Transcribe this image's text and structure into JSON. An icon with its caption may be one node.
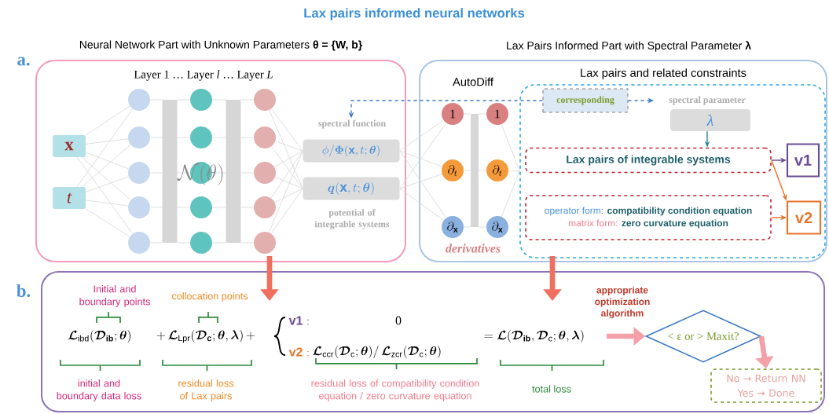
{
  "diagram": {
    "title": "Lax pairs informed neural networks",
    "nodes": [
      {
        "text": [
          "Neural Network Part with Unknown Parameters **θ = {W, b}**",
          "Layer 1 … Layer *l* … Layer *L*"
        ]
      },
      {
        "text": [
          "x"
        ],
        "in": 0
      },
      {
        "text": [
          "t"
        ],
        "in": 0
      },
      {
        "text": [],
        "shape": "circle",
        "in": 0
      },
      {
        "text": [],
        "shape": "circle",
        "in": 0
      },
      {
        "text": [],
        "shape": "circle",
        "in": 0
      },
      {
        "text": [],
        "shape": "circle",
        "in": 0
      },
      {
        "text": [],
        "shape": "circle",
        "in": 0
      },
      {
        "text": [],
        "shape": "bar",
        "in": 0
      },
      {
        "text": [],
        "shape": "circle",
        "in": 0
      },
      {
        "text": [],
        "shape": "circle",
        "in": 0
      },
      {
        "text": [],
        "shape": "circle",
        "in": 0
      },
      {
        "text": [],
        "shape": "circle",
        "in": 0
      },
      {
        "text": [],
        "shape": "circle",
        "in": 0
      },
      {
        "text": [],
        "shape": "bar",
        "in": 0
      },
      {
        "text": [],
        "shape": "circle",
        "in": 0
      },
      {
        "text": [],
        "shape": "circle",
        "in": 0
      },
      {
        "text": [],
        "shape": "circle",
        "in": 0
      },
      {
        "text": [],
        "shape": "circle",
        "in": 0
      },
      {
        "text": [],
        "shape": "circle",
        "in": 0
      },
      {
        "text": [
          "spectral function",
          "\\phi/\\boldsymbol{\\Phi}(\\mathbf{x},t;\\boldsymbol{\\theta})"
        ],
        "in": 0
      },
      {
        "text": [
          "\\boldsymbol{q}(\\mathbf{x},t;\\boldsymbol{\\theta})",
          "potential of integrable systems"
        ],
        "in": 0
      },
      {
        "text": [
          "Lax Pairs Informed Part with Spectral Parameter **λ**",
          "AutoDiff",
          "derivatives"
        ]
      },
      {
        "text": [
          "1"
        ],
        "in": 22
      },
      {
        "text": [
          "\\partial_t"
        ],
        "in": 22
      },
      {
        "text": [
          "\\partial_{\\mathbf{x}}"
        ],
        "in": 22
      },
      {
        "text": [],
        "shape": "bar",
        "in": 22
      },
      {
        "text": [
          "1"
        ],
        "in": 22
      },
      {
        "text": [
          "\\partial_t"
        ],
        "in": 22
      },
      {
        "text": [
          "\\partial_{\\mathbf{x}}"
        ],
        "in": 22
      },
      {
        "text": [
          "Lax pairs and related constraints"
        ],
        "in": 22
      },
      {
        "text": [
          "corresponding"
        ],
        "in": 30
      },
      {
        "text": [
          "spectral parameter",
          "λ"
        ],
        "in": 30
      },
      {
        "text": [
          "Lax pairs of integrable systems"
        ],
        "in": 30
      },
      {
        "text": [
          "operator form:",
          "compatibility condition equation",
          "matrix form:",
          "zero curvature equation"
        ],
        "in": 30
      },
      {
        "text": [
          "v1"
        ],
        "in": 30
      },
      {
        "text": [
          "v2"
        ],
        "in": 30
      },
      {
        "text": [],
        "shape": "box"
      },
      {
        "text": [
          "< ε or > Maxit?"
        ],
        "in": 37
      },
      {
        "text": [
          "No → Return NN Yes → Done"
        ],
        "in": 37
      }
    ],
    "edges": [
      {
        "from": 1,
        "to": 3,
        "arrow": "none"
      },
      {
        "from": 1,
        "to": 4,
        "arrow": "none"
      },
      {
        "from": 1,
        "to": 5,
        "arrow": "none"
      },
      {
        "from": 1,
        "to": 6,
        "arrow": "none"
      },
      {
        "from": 1,
        "to": 7,
        "arrow": "none"
      },
      {
        "from": 2,
        "to": 3,
        "arrow": "none"
      },
      {
        "from": 2,
        "to": 4,
        "arrow": "none"
      },
      {
        "from": 2,
        "to": 5,
        "arrow": "none"
      },
      {
        "from": 2,
        "to": 6,
        "arrow": "none"
      },
      {
        "from": 2,
        "to": 7,
        "arrow": "none"
      },
      {
        "from": 3,
        "to": 8,
        "arrow": "none"
      },
      {
        "from": 4,
        "to": 8,
        "arrow": "none"
      },
      {
        "from": 5,
        "to": 8,
        "arrow": "none"
      },
      {
        "from": 6,
        "to": 8,
        "arrow": "none"
      },
      {
        "from": 7,
        "to": 8,
        "arrow": "none"
      },
      {
        "from": 8,
        "to": 9,
        "arrow": "none"
      },
      {
        "from": 8,
        "to": 10,
        "arrow": "none"
      },
      {
        "from": 8,
        "to": 11,
        "arrow": "none"
      },
      {
        "from": 8,
        "to": 12,
        "arrow": "none"
      },
      {
        "from": 8,
        "to": 13,
        "arrow": "none"
      },
      {
        "from": 9,
        "to": 14,
        "arrow": "none"
      },
      {
        "from": 10,
        "to": 14,
        "arrow": "none"
      },
      {
        "from": 11,
        "to": 14,
        "arrow": "none"
      },
      {
        "from": 12,
        "to": 14,
        "arrow": "none"
      },
      {
        "from": 13,
        "to": 14,
        "arrow": "none"
      },
      {
        "from": 14,
        "to": 15,
        "arrow": "none"
      },
      {
        "from": 14,
        "to": 16,
        "arrow": "none"
      },
      {
        "from": 14,
        "to": 17,
        "arrow": "none"
      },
      {
        "from": 14,
        "to": 18,
        "arrow": "none"
      },
      {
        "from": 14,
        "to": 19,
        "arrow": "none"
      },
      {
        "from": 15,
        "to": 20,
        "arrow": "none"
      },
      {
        "from": 16,
        "to": 20,
        "arrow": "none"
      },
      {
        "from": 17,
        "to": 20,
        "arrow": "none"
      },
      {
        "from": 18,
        "to": 20,
        "arrow": "none"
      },
      {
        "from": 19,
        "to": 20,
        "arrow": "none"
      },
      {
        "from": 15,
        "to": 21,
        "arrow": "none"
      },
      {
        "from": 16,
        "to": 21,
        "arrow": "none"
      },
      {
        "from": 17,
        "to": 21,
        "arrow": "none"
      },
      {
        "from": 18,
        "to": 21,
        "arrow": "none"
      },
      {
        "from": 19,
        "to": 21,
        "arrow": "none"
      },
      {
        "from": 20,
        "to": 23,
        "arrow": "none"
      },
      {
        "from": 20,
        "to": 24,
        "arrow": "none"
      },
      {
        "from": 20,
        "to": 25,
        "arrow": "none"
      },
      {
        "from": 21,
        "to": 23,
        "arrow": "none"
      },
      {
        "from": 21,
        "to": 24,
        "arrow": "none"
      },
      {
        "from": 21,
        "to": 25,
        "arrow": "none"
      },
      {
        "from": 23,
        "to": 26,
        "arrow": "none"
      },
      {
        "from": 24,
        "to": 26,
        "arrow": "none"
      },
      {
        "from": 25,
        "to": 26,
        "arrow": "none"
      },
      {
        "from": 26,
        "to": 27,
        "arrow": "none"
      },
      {
        "from": 26,
        "to": 28,
        "arrow": "none"
      },
      {
        "from": 26,
        "to": 29,
        "arrow": "none"
      },
      {
        "from": 27,
        "to": 30,
        "arrow": "none"
      },
      {
        "from": 28,
        "to": 30,
        "arrow": "none"
      },
      {
        "from": 29,
        "to": 30,
        "arrow": "none"
      },
      {
        "from": 31,
        "to": 20,
        "arrow": "to",
        "style": "dashed",
        "color": "#3a78c2"
      },
      {
        "from": 31,
        "to": 32,
        "arrow": "to",
        "style": "dashed",
        "color": "#3a78c2"
      },
      {
        "from": 32,
        "to": 33,
        "arrow": "to",
        "color": "#2e8b9a"
      },
      {
        "from": 33,
        "to": 35,
        "arrow": "to",
        "color": "#6a4c93"
      },
      {
        "from": 33,
        "to": 36,
        "arrow": "to",
        "color": "#e8742a"
      },
      {
        "from": 34,
        "to": 36,
        "arrow": "to",
        "color": "#e8742a"
      },
      {
        "from": 0,
        "to": 37,
        "arrow": "to",
        "style": "thick",
        "color": "#f07060"
      },
      {
        "from": 22,
        "to": 37,
        "arrow": "to",
        "style": "thick",
        "color": "#f07060"
      },
      {
        "from": null,
        "to": 38,
        "arrow": "to",
        "style": "thick",
        "color": "#f4a0a8",
        "label": "appropriate optimization algorithm"
      },
      {
        "from": 38,
        "to": 39,
        "arrow": "to",
        "style": "thick",
        "color": "#f4a0a8"
      }
    ],
    "labels": [
      "a.",
      "\\mathcal{N}(\\theta)",
      "b.",
      "Initial and boundary points",
      "collocation points",
      "\\boldsymbol{\\mathcal{L}}_{\\mathrm{ibd}}(\\boldsymbol{\\mathcal{D}}_{\\mathbf{ib}};\\boldsymbol{\\theta})",
      "+\\,\\boldsymbol{\\mathcal{L}}_{\\mathrm{Lpr}}(\\boldsymbol{\\mathcal{D}}_{\\mathbf{c}};\\boldsymbol{\\theta},\\boldsymbol{\\lambda})\\,+",
      "\\mathbf{v1}:",
      "0",
      "\\mathbf{v2}:",
      "\\boldsymbol{\\mathcal{L}}_{\\mathrm{ccr}}(\\boldsymbol{\\mathcal{D}}_{\\mathrm{c}};\\boldsymbol{\\theta})/\\,\\boldsymbol{\\mathcal{L}}_{\\mathrm{zcr}}(\\boldsymbol{\\mathcal{D}}_{\\mathrm{c}};\\boldsymbol{\\theta})",
      "=\\boldsymbol{\\mathcal{L}}(\\boldsymbol{\\mathcal{D}}_{\\mathbf{ib}},\\boldsymbol{\\mathcal{D}}_{\\mathrm{c}};\\boldsymbol{\\theta},\\boldsymbol{\\lambda})",
      "initial and boundary data loss",
      "residual loss of Lax pairs",
      "residual loss of compatibility condition equation / zero curvature equation",
      "total loss"
    ]
  }
}
